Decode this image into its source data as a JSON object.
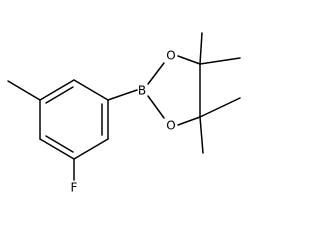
{
  "molecule": {
    "atom_labels": {
      "boron": "B",
      "oxygen_top": "O",
      "oxygen_bottom": "O",
      "fluorine": "F"
    }
  }
}
